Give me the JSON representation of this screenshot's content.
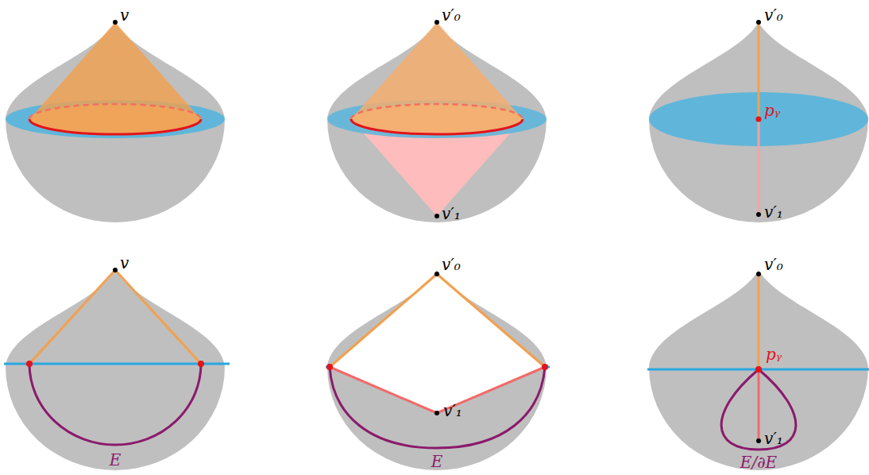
{
  "diagram": {
    "labels": [
      "v",
      "v′₀",
      "v′₁",
      "v′₀",
      "pᵧ",
      "v′₁",
      "v",
      "E",
      "v′₀",
      "v′₁",
      "E",
      "v′₀",
      "pᵧ",
      "v′₁",
      "E/∂E"
    ]
  }
}
